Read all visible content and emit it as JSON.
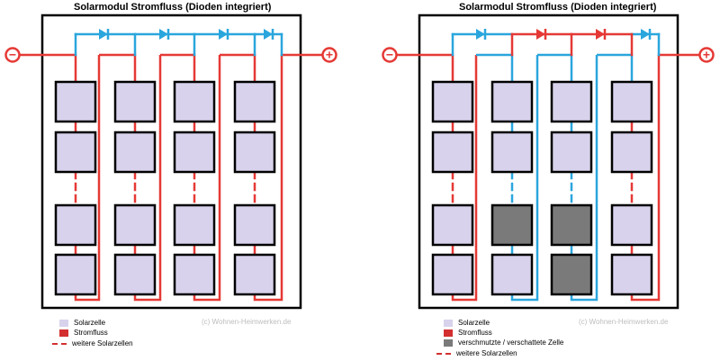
{
  "colors": {
    "cell": "#d8d2ec",
    "shaded_cell": "#7a7a7a",
    "current": "#e53935",
    "bypass": "#2aa6dd",
    "frame": "#000000"
  },
  "panels": [
    {
      "title": "Solarmodul Stromfluss (Dioden integriert)",
      "credit": "(c) Wohnen-Heimwerken.de",
      "legend": [
        {
          "swatch": "cell",
          "label": "Solarzelle"
        },
        {
          "swatch": "current",
          "label": "Stromfluss"
        },
        {
          "swatch": "dashed",
          "label": "weitere Solarzellen"
        }
      ]
    },
    {
      "title": "Solarmodul Stromfluss (Dioden integriert)",
      "credit": "(c) Wohnen-Heimwerken.de",
      "legend": [
        {
          "swatch": "cell",
          "label": "Solarzelle"
        },
        {
          "swatch": "current",
          "label": "Stromfluss"
        },
        {
          "swatch": "shaded",
          "label": "verschmutzte / verschattete Zelle"
        },
        {
          "swatch": "dashed",
          "label": "weitere Solarzellen"
        }
      ]
    }
  ],
  "terminals": {
    "minus": "−",
    "plus": "+"
  }
}
